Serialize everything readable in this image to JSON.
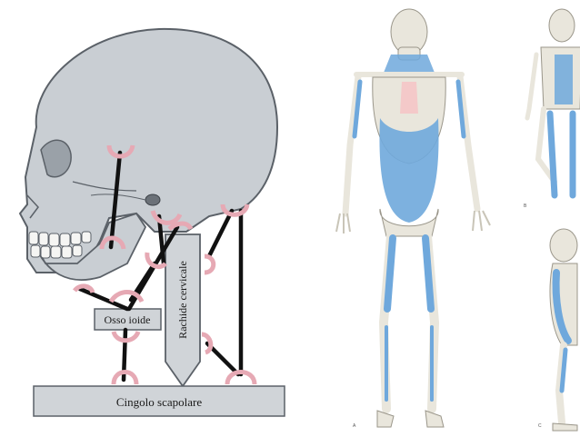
{
  "neck_diagram": {
    "label_hyoid": "Osso ioide",
    "label_spine": "Rachide cervicale",
    "label_girdle": "Cingolo scapolare"
  },
  "anatomy_plate": {
    "view_labels": [
      "A",
      "B",
      "C"
    ]
  },
  "colors": {
    "skull_fill": "#c9ced3",
    "skull_stroke": "#5b6168",
    "attachment": "#e6a9b4",
    "muscle_line": "#111111",
    "muscle_blue": "#6fa8dc",
    "bone": "#e9e6dc"
  }
}
